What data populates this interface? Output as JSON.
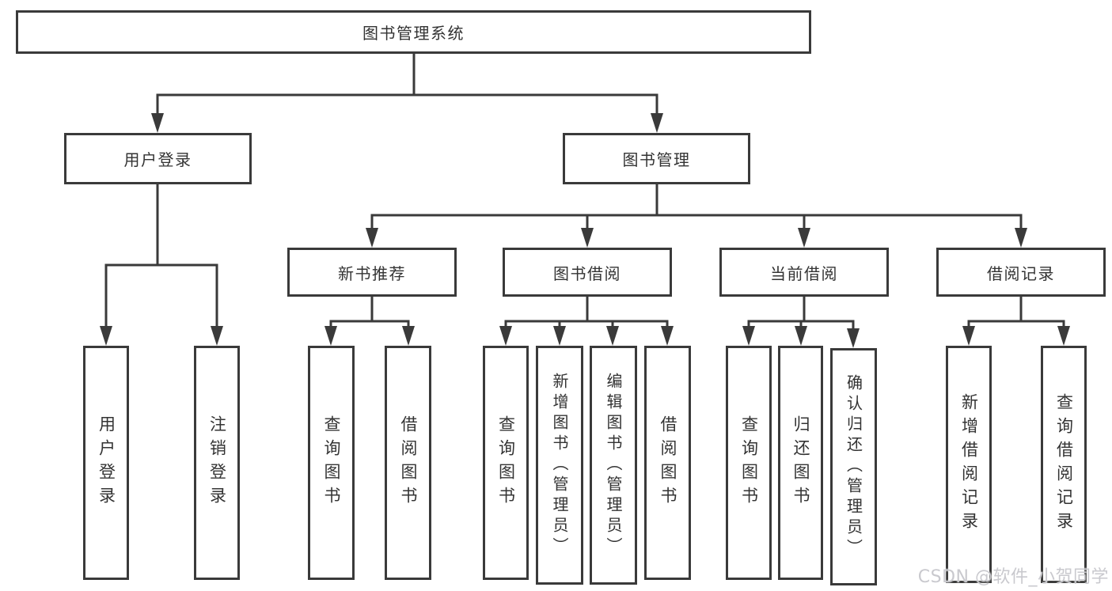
{
  "tree": {
    "root": "图书管理系统",
    "branches": [
      "用户登录",
      "图书管理"
    ],
    "sections": [
      "新书推荐",
      "图书借阅",
      "当前借阅",
      "借阅记录"
    ],
    "leaves_user": [
      "用户登录",
      "注销登录"
    ],
    "leaves_recommend": [
      "查询图书",
      "借阅图书"
    ],
    "leaves_borrow": [
      "查询图书",
      "新增图书（管理员）",
      "编辑图书（管理员）",
      "借阅图书"
    ],
    "leaves_current": [
      "查询图书",
      "归还图书",
      "确认归还（管理员）"
    ],
    "leaves_records": [
      "新增借阅记录",
      "查询借阅记录"
    ]
  },
  "watermark": "CSDN @软件_小贺同学",
  "colors": {
    "line": "#3a3a3a",
    "text": "#333333",
    "watermark": "#c9c9ce",
    "background": "#ffffff"
  }
}
